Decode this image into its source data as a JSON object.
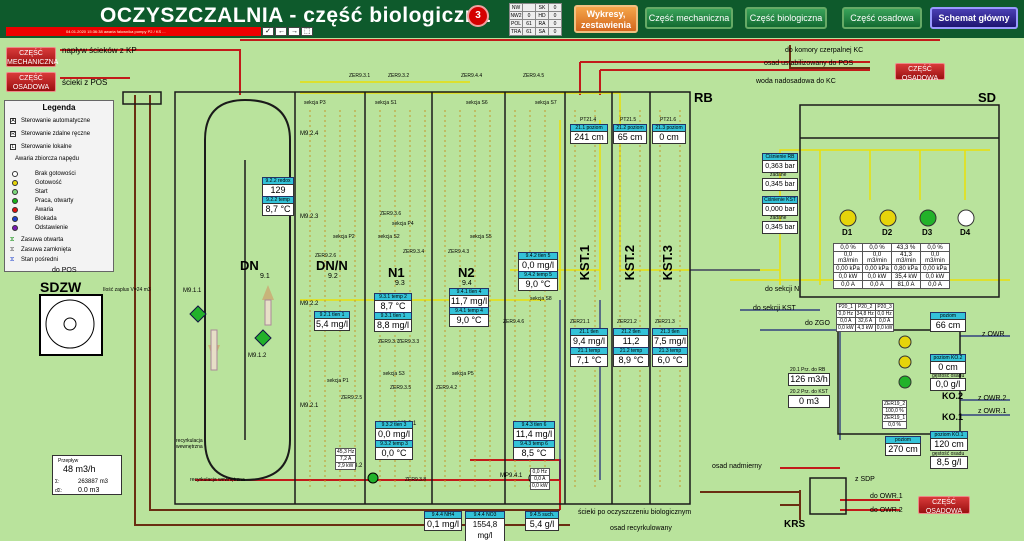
{
  "header": {
    "title": "OCZYSZCZALNIA - część biologiczna",
    "alarm_count": "3",
    "alarm_text": "04.01.2020 15:36:38 awaria falownika pompy P2 / KS ...",
    "ctrl_a": "✓",
    "ctrl_b": "←",
    "ctrl_c": "→",
    "ctrl_d": "⬚"
  },
  "status": {
    "rows": [
      [
        "NW",
        "",
        "SK",
        "0"
      ],
      [
        "NW2",
        "0",
        "HD",
        "0"
      ],
      [
        "POL",
        "61",
        "RA",
        "0"
      ],
      [
        "TRA",
        "61",
        "SA",
        "0"
      ]
    ]
  },
  "nav": {
    "reports": "Wykresy, zestawienia",
    "mechanical": "Część mechaniczna",
    "biological": "Część biologiczna",
    "sludge": "Część osadowa",
    "main": "Schemat główny"
  },
  "left": {
    "mech_btn": "CZĘŚĆ MECHANICZNA",
    "sludge_btn": "CZĘŚĆ OSADOWA",
    "inflow": "napływ ścieków z KP",
    "pos": "ścieki z POS"
  },
  "top_right": {
    "to_kc": "do komory czerpalnej KC",
    "pos_sludge": "osad ustabilizowany do POS",
    "supernatant": "woda nadosadowa do KC",
    "sludge_btn": "CZĘŚĆ OSADOWA"
  },
  "legend": {
    "title": "Legenda",
    "auto": "Sterowanie automatyczne",
    "remote": "Sterowanie zdalne ręczne",
    "local": "Sterowanie lokalne",
    "alarm_title": "Awaria zbiorcza napędu",
    "states": [
      "Brak gotowości",
      "Gotowość",
      "Start",
      "Praca, otwarty",
      "Awaria",
      "Blokada",
      "Odstawienie"
    ],
    "valve_open": "Zasuwa otwarta",
    "valve_closed": "Zasuwa zamknięta",
    "valve_mid": "Stan pośredni",
    "key_a": "A",
    "key_r": "R",
    "key_l": "L"
  },
  "sdzw": {
    "label": "SDZW",
    "to_pos": "do POS",
    "spec": "Ilość zaplus V=24 m3"
  },
  "flow": {
    "title": "Przepływ",
    "value": "48 m3/h",
    "sum_label": "Σ:",
    "sum": "263887 m3",
    "dt_label": "dΣ:",
    "dt": "0.0 m3"
  },
  "chambers": {
    "dn": "DN",
    "dn_id": "9.1",
    "dnn": "DN/N",
    "dnn_id": "9.2",
    "n1": "N1",
    "n1_id": "9.3",
    "n2": "N2",
    "n2_id": "9.4",
    "rb": "RB",
    "sd": "SD",
    "kst1": "KST.1",
    "kst2": "KST.2",
    "kst3": "KST.3"
  },
  "sections": {
    "s1": "sekcja S1",
    "s2": "sekcja S2",
    "s3": "sekcja S3",
    "s4": "sekcja P4",
    "s5": "sekcja P3",
    "s6": "sekcja S6",
    "s7": "sekcja S7",
    "s8": "sekcja S8",
    "p1": "sekcja P1",
    "p2": "sekcja P2",
    "p5": "sekcja S5",
    "s5b": "sekcja P5"
  },
  "zer": {
    "z31": "ZER9.3.1",
    "z32": "ZER9.3.2",
    "z44": "ZER9.4.4",
    "z45": "ZER9.4.5",
    "z36": "ZER9.3.6",
    "z37": "ZER9.3.7",
    "z33": "ZER9.3.3",
    "z34": "ZER9.3.4",
    "z35": "ZER9.3.5",
    "z25": "ZER9.2.5",
    "z26": "ZER9.2.6",
    "z43": "ZER9.4.3",
    "z42": "ZER9.4.2",
    "z46": "ZER9.4.6",
    "z38": "ZER9.3.8",
    "z211": "ZER21.1",
    "z212": "ZER21.2",
    "z213": "ZER21.3"
  },
  "devices": {
    "m91": "M9.1.1",
    "m912": "M9.1.2",
    "m922": "M9.2.2",
    "m921": "M9.2.1",
    "m923": "M9.2.3",
    "m924": "M9.2.4",
    "m931": "M9.3.1",
    "mp932": "MP9.3.2",
    "mp941": "MP9.4.1",
    "recirc_in": "recyrkulacja wewnętrzna",
    "recirc_in2": "recyrkulacja wewnętrzna",
    "pt211": "PT21.4",
    "pt212": "PT21.5",
    "pt213": "PT21.6"
  },
  "measure": {
    "redox_l": "9.2.2 redox",
    "redox": "129 mV",
    "t922_l": "9.2.2 temp",
    "t922": "8,7 °C",
    "o2_921_l": "9.2.1 tlen 1",
    "o2_921": "5,4 mg/l",
    "t931_l": "9.3.1 temp 2",
    "t931": "8,7 °C",
    "o2_931_l": "9.3.1 tlen 1",
    "o2_931": "8,8 mg/l",
    "o2_941_l": "9.4.1 tlen 4",
    "o2_941": "11,7 mg/l",
    "t941_l": "9.4.1 temp 4",
    "t941": "9,0 °C",
    "o2_942_l": "9.4.2 tlen 5",
    "o2_942": "0,0 mg/l",
    "t942_l": "9.4.2 temp 5",
    "t942": "9,0 °C",
    "o2_932_l": "9.3.2 tlen 3",
    "o2_932": "0,0 mg/l",
    "t932_l": "9.3.2 temp 3",
    "t932": "0,0 °C",
    "o2_943_l": "9.4.3 tlen 6",
    "o2_943": "11,4 mg/l",
    "t943_l": "9.4.3 temp 6",
    "t943": "8,5 °C",
    "nh4_l": "9.4.4 NH4",
    "nh4": "0,1 mg/l",
    "no3_l": "9.4.4 NO3",
    "no3": "1554,8 mg/l",
    "dry_l": "9.4.5 such.",
    "dry": "5,4 g/l",
    "lvl1_l": "21.1 poziom",
    "lvl1": "241 cm",
    "lvl2_l": "21.2 poziom",
    "lvl2": "65 cm",
    "lvl3_l": "21.3 poziom",
    "lvl3": "0 cm",
    "o2k1_l": "21.1 tlen",
    "o2k1": "9,4 mg/l",
    "tk1_l": "21.1 temp",
    "tk1": "7,1 °C",
    "o2k2_l": "21.2 tlen",
    "o2k2": "11,2 mg/l",
    "tk2_l": "21.2 temp",
    "tk2": "8,9 °C",
    "o2k3_l": "21.3 tlen",
    "o2k3": "7,5 mg/l",
    "tk3_l": "21.3 temp",
    "tk3": "6,0 °C"
  },
  "mp": {
    "mp932_rows": [
      "45,3 Hz",
      "7,2 A",
      "2,9 kW"
    ],
    "mp941_rows": [
      "0,0 Hz",
      "0,0 A",
      "0,0 kW"
    ]
  },
  "sd": {
    "prb_l": "Ciśnienie RB",
    "prb": "0,363 bar",
    "prb_set_l": "zadane",
    "prb_set": "0,345 bar",
    "pkst_l": "Ciśnienie KST",
    "pkst": "0,000 bar",
    "pkst_set_l": "zadane",
    "pkst_set": "0,345 bar",
    "d1": "D1",
    "d2": "D2",
    "d3": "D3",
    "d4": "D4",
    "blowers": [
      [
        "0,0 %",
        "0,0 %",
        "43,3 %",
        "0,0 %"
      ],
      [
        "0,0 m3/min",
        "0,0 m3/min",
        "41,3 m3/min",
        "0,0 m3/min"
      ],
      [
        "0,00 kPa",
        "0,00 kPa",
        "0,80 kPa",
        "0,00 kPa"
      ],
      [
        "0,0 kW",
        "0,0 kW",
        "35,4 kW",
        "0,0 kW"
      ],
      [
        "0,0 A",
        "0,0 A",
        "81,0 A",
        "0,0 A"
      ]
    ]
  },
  "ko": {
    "to_n": "do sekcji N",
    "to_kst": "do sekcji KST",
    "to_zgo": "do ZGO",
    "from_owr": "z OWR",
    "from_owr2": "z OWR.2",
    "from_owr1": "z OWR.1",
    "ko2": "KO.2",
    "ko1": "KO.1",
    "lvl_l": "poziom",
    "lvl": "66 cm",
    "lvl2_l": "poziom KO.2",
    "lvl2": "0 cm",
    "dens2_l": "gęstość osadu",
    "dens2": "0,0 g/l",
    "lvl3_l": "poziom",
    "lvl3": "270 cm",
    "lvl4_l": "poziom KO.1",
    "lvl4": "120 cm",
    "dens1_l": "gęstość osadu",
    "dens1": "8,5 g/l",
    "prz_rb_l": "20.1 Prz. do RB",
    "prz_rb": "126 m3/h",
    "prz_kst_l": "20.2 Prz. do KST",
    "prz_kst": "0 m3",
    "p20": [
      [
        "P20_1",
        "P20_2",
        "P20_3"
      ],
      [
        "0,0 Hz",
        "34,8 Hz",
        "0,0 Hz"
      ],
      [
        "0,0 A",
        "32,6 A",
        "0,0 A"
      ],
      [
        "0,0 kW",
        "4,3 kW",
        "0,0 kW"
      ]
    ],
    "zer": [
      [
        "ZER19_2"
      ],
      [
        "100,0 %"
      ],
      [
        "ZER19_1"
      ],
      [
        "0,0 %"
      ]
    ]
  },
  "bottom": {
    "excess": "osad nadmierny",
    "to_sdp": "z SDP",
    "to_owr1": "do OWR.1",
    "to_owr2": "do OWR.2",
    "krs": "KRS",
    "sludge_btn": "CZĘŚĆ OSADOWA",
    "recirc": "osad recyrkulowany",
    "treated": "ścieki po oczyszczeniu biologicznym"
  }
}
